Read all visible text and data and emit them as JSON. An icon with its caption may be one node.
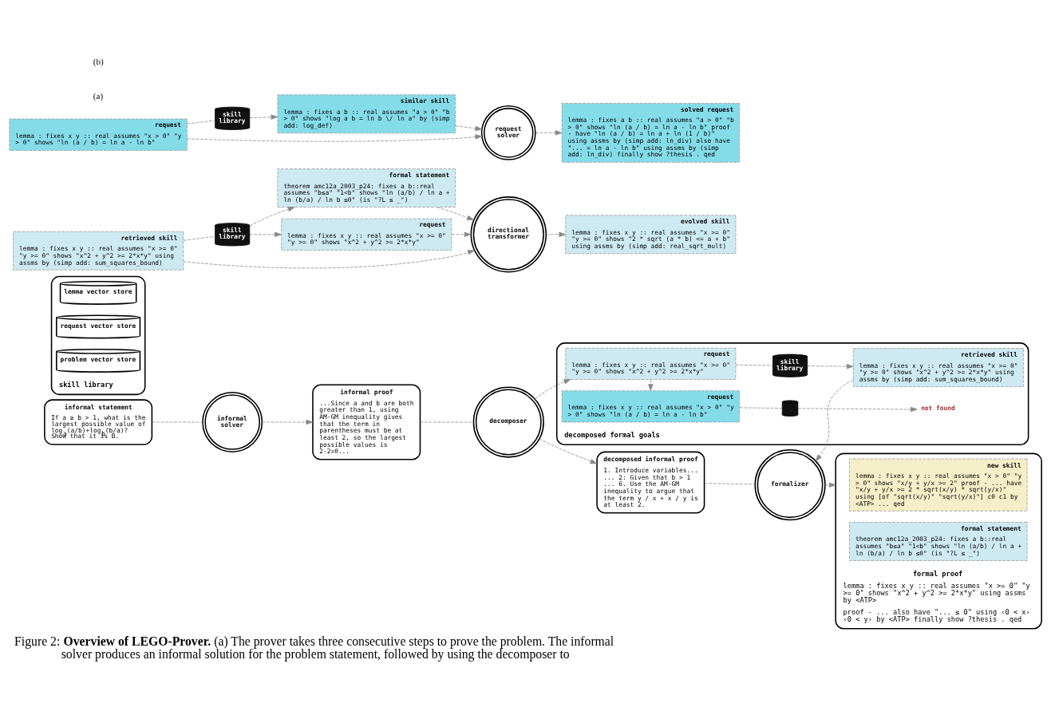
{
  "diagram": {
    "caption": "Figure 2: **Overview of LEGO-Prover.** (a) The prover takes three consecutive steps to prove the problem. The informal solver produces an informal solution for the problem statement, followed by using the decomposer to",
    "nodes": [
      {
        "text": [
          "informal statement",
          "If a ≥ b > 1, what is the largest possible value of log$_{a}$(a/b)+log$_{b}$(b/a)? Show that it is B."
        ]
      },
      {
        "text": [
          "informal solver"
        ]
      },
      {
        "text": [
          "informal proof",
          "...Since a and b are both greater than 1, using AM-GM inequality gives that the term in parentheses must be at least 2, so the largest possible values is 2-2=0..."
        ]
      },
      {
        "text": [
          "decomposer"
        ]
      },
      {
        "text": [
          "decomposed informal proof",
          "1. Introduce variables... ... 2: Given that b > 1 ... 6. Use the AM-GM inequality to argue that the term y / x + x / y is at least 2."
        ]
      },
      {
        "text": [
          "formalizer"
        ]
      },
      {
        "text": [
          "formal proof",
          "lemma : fixes x y :: real assumes \"x >= 0\" \"y >= 0\" shows \"x^2 + y^2 >= 2*x*y\" using assms by <ATP>",
          "proof - ... also have \"... ≤ 0\" using ‹0 < x› ‹0 < y› by <ATP> finally show ?thesis . qed"
        ]
      },
      {
        "text": [
          "new skill",
          "lemma : fixes x y :: real assumes \"x > 0\" \"y > 0\" shows \"x/y + y/x >= 2\" proof - ... have \"x/y + y/x >= 2 * sqrt(x/y) * sqrt(y/x)\" using [of \"sqrt(x/y)\" \"sqrt(y/x)\"] c0 c1 by <ATP> ... qed"
        ],
        "in": 6
      },
      {
        "text": [
          "formal statement",
          "theorem amc12a_2003_p24: fixes a b::real assumes \"b≤a\" \"1<b\" shows \"ln (a/b) / ln a + ln (b/a) / ln b ≤0\" (is \"?L ≤ _\")"
        ],
        "in": 6
      },
      {
        "text": [
          "skill library"
        ]
      },
      {
        "text": [
          "lemma vector store"
        ],
        "in": 9
      },
      {
        "text": [
          "request vector store"
        ],
        "in": 9
      },
      {
        "text": [
          "problem vector store"
        ],
        "in": 9
      },
      {
        "text": [
          "decomposed formal goals"
        ]
      },
      {
        "text": [
          "request",
          "lemma : fixes x y :: real assumes \"x >= 0\" \"y >= 0\" shows \"x^2 + y^2 >= 2*x*y\""
        ],
        "in": 13
      },
      {
        "text": [
          "request",
          "lemma : fixes x y :: real assumes \"x > 0\" \"y > 0\" shows \"ln (a / b) = ln a - ln b\""
        ],
        "in": 13
      },
      {
        "text": [
          "skill library"
        ],
        "in": 13
      },
      {
        "text": [
          "retrieved skill",
          "lemma : fixes x y :: real assumes \"x >= 0\" \"y >= 0\" shows \"x^2 + y^2 >= 2*x*y\" using assms by (simp add: sum_squares_bound)"
        ],
        "in": 13
      },
      {
        "text": [],
        "shape": "cylinder",
        "in": 13
      },
      {
        "text": [
          "not found"
        ],
        "in": 13
      },
      {
        "text": [
          "retrieved skill",
          "lemma : fixes x y :: real assumes \"x >= 0\" \"y >= 0\" shows \"x^2 + y^2 >= 2*x*y\" using assms by (simp add: sum_squares_bound)"
        ]
      },
      {
        "text": [
          "skill library"
        ]
      },
      {
        "text": [
          "formal statement",
          "theorem amc12a_2003_p24: fixes a b::real assumes \"b≤a\" \"1<b\" shows \"ln (a/b) / ln a + ln (b/a) / ln b ≤0\" (is \"?L ≤ _\")"
        ]
      },
      {
        "text": [
          "request",
          "lemma : fixes x y :: real assumes \"x >= 0\" \"y >= 0\" shows \"x^2 + y^2 >= 2*x*y\""
        ]
      },
      {
        "text": [
          "directional transformer"
        ]
      },
      {
        "text": [
          "evolved skill",
          "lemma : fixes x y :: real assumes \"x >= 0\" \"y >= 0\" shows \"2 * sqrt (a * b) <= a + b\" using assms by (simp add: real_sqrt_mult)"
        ]
      },
      {
        "text": [
          "request",
          "lemma : fixes x y :: real assumes \"x > 0\" \"y > 0\" shows \"ln (a / b) = ln a - ln b\""
        ]
      },
      {
        "text": [
          "skill library"
        ]
      },
      {
        "text": [
          "similar skill",
          "lemma : fixes a b :: real assumes \"a > 0\" \"b > 0\" shows \"log a b = ln b \\/ ln a\" by (simp add: log_def)"
        ]
      },
      {
        "text": [
          "request solver"
        ]
      },
      {
        "text": [
          "solved request",
          "lemma : fixes a b :: real assumes \"a > 0\" \"b > 0\" shows \"ln (a / b) = ln a - ln b\" proof - have \"ln (a / b) = ln a + ln (1 / b)\" using assms by (simp add: ln_div) also have \"... = ln a - ln b\" using assms by (simp add: ln_div) finally show ?thesis . qed"
        ]
      }
    ],
    "edges": [
      {
        "from": 0,
        "to": 1,
        "arrow": "none",
        "style": "dashed"
      },
      {
        "from": 1,
        "to": 2,
        "arrow": "to",
        "style": "dashed"
      },
      {
        "from": 2,
        "to": 3,
        "arrow": "none",
        "style": "dashed"
      },
      {
        "from": 3,
        "to": 4,
        "arrow": "to",
        "style": "dashed"
      },
      {
        "from": 4,
        "to": 5,
        "arrow": "none",
        "style": "dashed"
      },
      {
        "from": 5,
        "to": 6,
        "arrow": "to",
        "style": "dashed"
      },
      {
        "from": 3,
        "to": 14,
        "arrow": "to",
        "style": "dashed"
      },
      {
        "from": 14,
        "to": 15,
        "arrow": "to",
        "style": "dashed"
      },
      {
        "from": 14,
        "to": 16,
        "arrow": "none",
        "style": "dashed"
      },
      {
        "from": 16,
        "to": 17,
        "arrow": "to",
        "style": "dashed"
      },
      {
        "from": 15,
        "to": 18,
        "arrow": "none",
        "style": "dashed"
      },
      {
        "from": 18,
        "to": 19,
        "arrow": "to",
        "style": "dashed"
      },
      {
        "from": 17,
        "to": 5,
        "arrow": "to",
        "style": "dashed"
      },
      {
        "from": 20,
        "to": 21,
        "arrow": "none",
        "style": "dashed"
      },
      {
        "from": 21,
        "to": 22,
        "arrow": "to",
        "style": "dashed"
      },
      {
        "from": 21,
        "to": 23,
        "arrow": "to",
        "style": "dashed"
      },
      {
        "from": 20,
        "to": 24,
        "arrow": "to",
        "style": "dashed"
      },
      {
        "from": 22,
        "to": 24,
        "arrow": "to",
        "style": "dashed"
      },
      {
        "from": 23,
        "to": 24,
        "arrow": "to",
        "style": "dashed"
      },
      {
        "from": 24,
        "to": 25,
        "arrow": "to",
        "style": "dashed"
      },
      {
        "from": 26,
        "to": 27,
        "arrow": "none",
        "style": "dashed"
      },
      {
        "from": 27,
        "to": 28,
        "arrow": "to",
        "style": "dashed"
      },
      {
        "from": 26,
        "to": 29,
        "arrow": "to",
        "style": "dashed"
      },
      {
        "from": 28,
        "to": 29,
        "arrow": "to",
        "style": "dashed"
      },
      {
        "from": 29,
        "to": 30,
        "arrow": "to",
        "style": "dashed"
      }
    ],
    "labels": [
      "(a)",
      "(b)"
    ]
  }
}
